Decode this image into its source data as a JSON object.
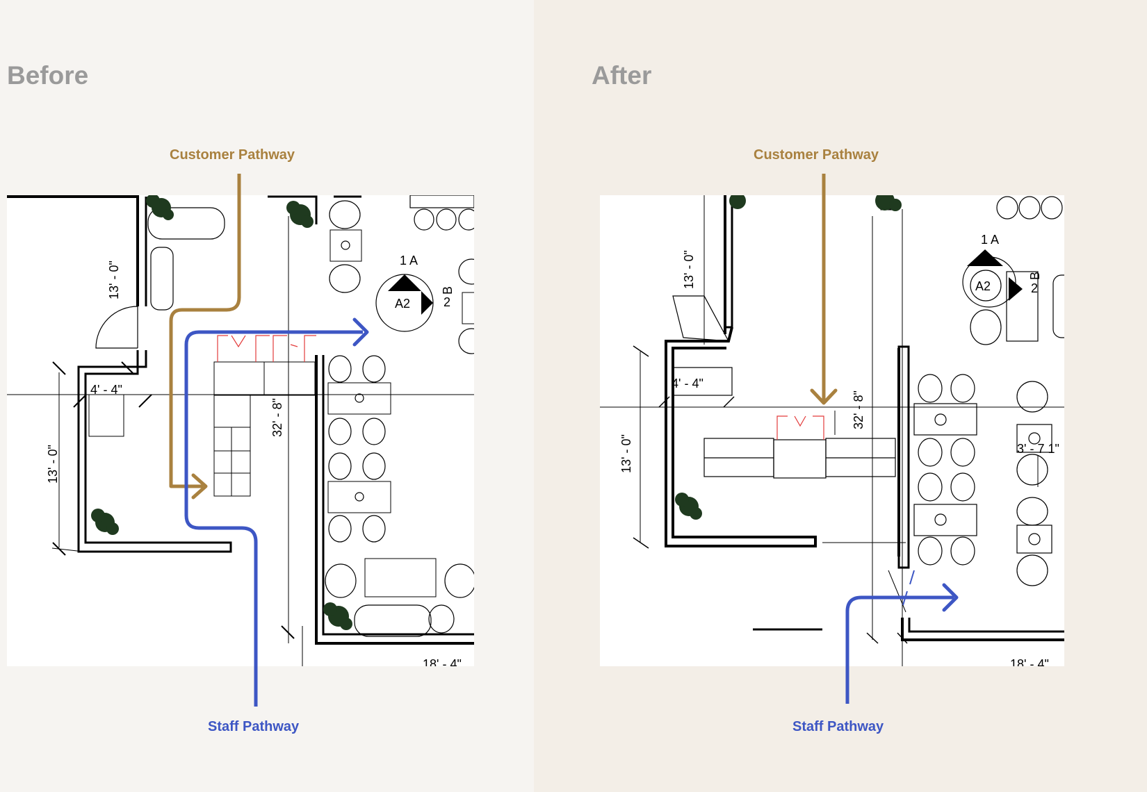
{
  "before": {
    "heading": "Before",
    "customer_label": "Customer Pathway",
    "staff_label": "Staff Pathway",
    "dims": [
      "13' - 0\"",
      "4' - 4\"",
      "13' - 0\"",
      "32' - 8\"",
      "18' - 4\""
    ],
    "section_marks": {
      "top": "1 A",
      "right": "B",
      "num": "2",
      "center": "A2"
    }
  },
  "after": {
    "heading": "After",
    "customer_label": "Customer Pathway",
    "staff_label": "Staff Pathway",
    "dims": [
      "13' - 0\"",
      "4' - 4\"",
      "13' - 0\"",
      "32' - 8\"",
      "18' - 4\"",
      "3' - 7 1\""
    ],
    "section_marks": {
      "top": "1 A",
      "right": "B",
      "num": "2",
      "center": "A2"
    }
  },
  "colors": {
    "customer_path": "#a9813f",
    "staff_path": "#3d56c4",
    "plant": "#1f3a1f",
    "counter_red": "#e33b3b"
  }
}
